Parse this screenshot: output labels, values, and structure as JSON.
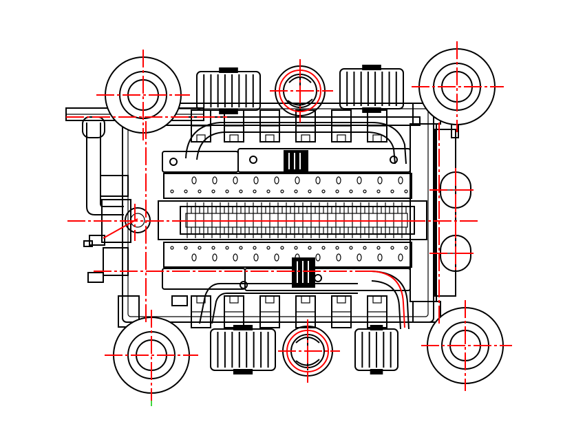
{
  "drawing": {
    "view": "top",
    "colors": {
      "background": "#ffffff",
      "linework": "#000000",
      "centerlines": "#ff0000",
      "origin_marker": "#00cc00"
    },
    "mount_wheels": [
      {
        "id": "top-left"
      },
      {
        "id": "top-right"
      },
      {
        "id": "bottom-left"
      },
      {
        "id": "bottom-right"
      }
    ],
    "side_hubs": [
      {
        "id": "right-upper"
      },
      {
        "id": "right-lower"
      }
    ]
  }
}
